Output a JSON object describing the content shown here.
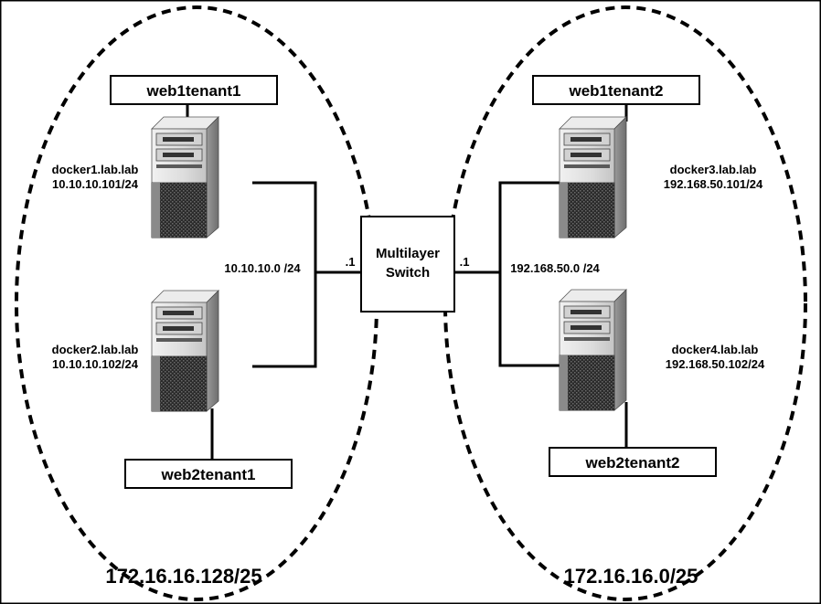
{
  "tenant_groups": [
    {
      "subnet": "172.16.16.128/25",
      "network": "10.10.10.0 /24",
      "gateway": ".1",
      "hosts": [
        {
          "name": "docker1.lab.lab",
          "ip": "10.10.10.101/24",
          "container": "web1tenant1"
        },
        {
          "name": "docker2.lab.lab",
          "ip": "10.10.10.102/24",
          "container": "web2tenant1"
        }
      ]
    },
    {
      "subnet": "172.16.16.0/25",
      "network": "192.168.50.0 /24",
      "gateway": ".1",
      "hosts": [
        {
          "name": "docker3.lab.lab",
          "ip": "192.168.50.101/24",
          "container": "web1tenant2"
        },
        {
          "name": "docker4.lab.lab",
          "ip": "192.168.50.102/24",
          "container": "web2tenant2"
        }
      ]
    }
  ],
  "switch": {
    "line1": "Multilayer",
    "line2": "Switch"
  },
  "icons": [
    "server-tower-icon"
  ]
}
